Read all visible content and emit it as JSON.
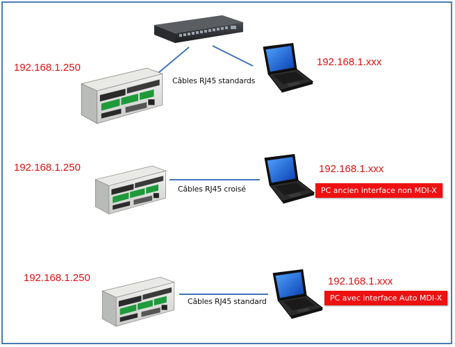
{
  "colors": {
    "frame": "#4a7ab5",
    "ip_text": "#e01010",
    "badge_bg": "#ee1111",
    "cable": "#3f74b6"
  },
  "icons": [
    "network-switch-icon",
    "io-module-icon",
    "laptop-icon"
  ],
  "scenario1": {
    "module_ip": "192.168.1.250",
    "pc_ip": "192.168.1.xxx",
    "cable_label": "Câbles RJ45 standards"
  },
  "scenario2": {
    "module_ip": "192.168.1.250",
    "pc_ip": "192.168.1.xxx",
    "cable_label": "Câbles RJ45 croisé",
    "pc_note": "PC ancien interface non MDI-X"
  },
  "scenario3": {
    "module_ip": "192.168.1.250",
    "pc_ip": "192.168.1.xxx",
    "cable_label": "Câbles RJ45 standard",
    "pc_note": "PC avec interface Auto MDI-X"
  }
}
